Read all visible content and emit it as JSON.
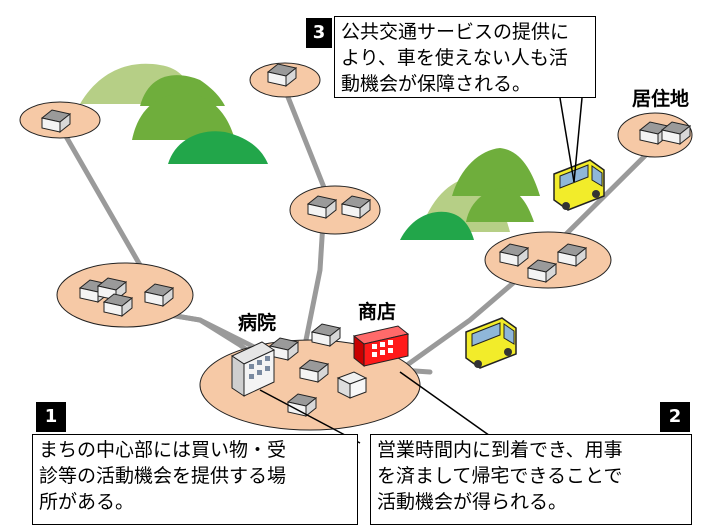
{
  "labels": {
    "hospital": "病院",
    "shop": "商店",
    "residence": "居住地"
  },
  "callouts": {
    "c1": {
      "num": "1",
      "lines": [
        "まちの中心部には買い物・受",
        "診等の活動機会を提供する場",
        "所がある。"
      ]
    },
    "c2": {
      "num": "2",
      "lines": [
        "営業時間内に到着でき、用事",
        "を済まして帰宅できることで",
        "活動機会が得られる。"
      ]
    },
    "c3": {
      "num": "3",
      "lines": [
        "公共交通サービスの提供に",
        "より、車を使えない人も活",
        "動機会が保障される。"
      ]
    }
  },
  "colors": {
    "settlement": "#f6c9a6",
    "settlement_stroke": "#222222",
    "road": "#9a9a9a",
    "mountain_light": "#b6cf86",
    "mountain_mid": "#6fae3c",
    "mountain_dark": "#22a64a",
    "shop": "#ff1a1a",
    "bus": "#f2ec2a"
  }
}
